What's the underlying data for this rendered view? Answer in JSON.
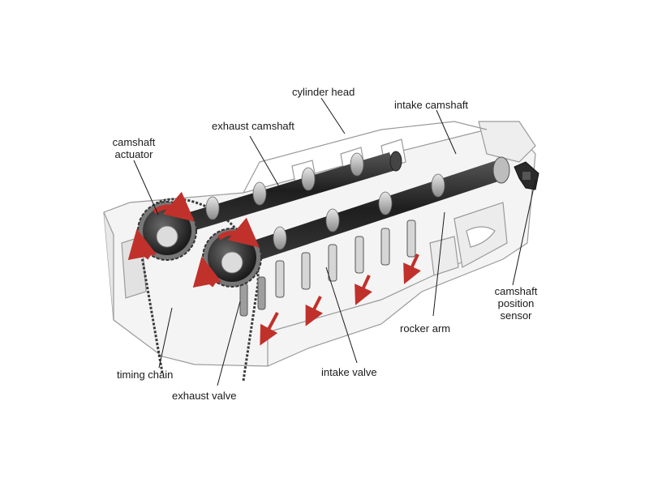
{
  "labels": {
    "cylinder_head": "cylinder head",
    "intake_camshaft": "intake camshaft",
    "exhaust_camshaft": "exhaust camshaft",
    "camshaft_actuator_line1": "camshaft",
    "camshaft_actuator_line2": "actuator",
    "camshaft_position_sensor_line1": "camshaft",
    "camshaft_position_sensor_line2": "position",
    "camshaft_position_sensor_line3": "sensor",
    "rocker_arm": "rocker arm",
    "intake_valve": "intake valve",
    "timing_chain": "timing chain",
    "exhaust_valve": "exhaust valve"
  },
  "colors": {
    "leader_line": "#1a1a1a",
    "block_outline": "#9a9a9a",
    "block_fill": "#f2f2f2",
    "camshaft": "#2b2b2b",
    "arrow": "#c0312b",
    "chain": "#3a3a3a"
  }
}
